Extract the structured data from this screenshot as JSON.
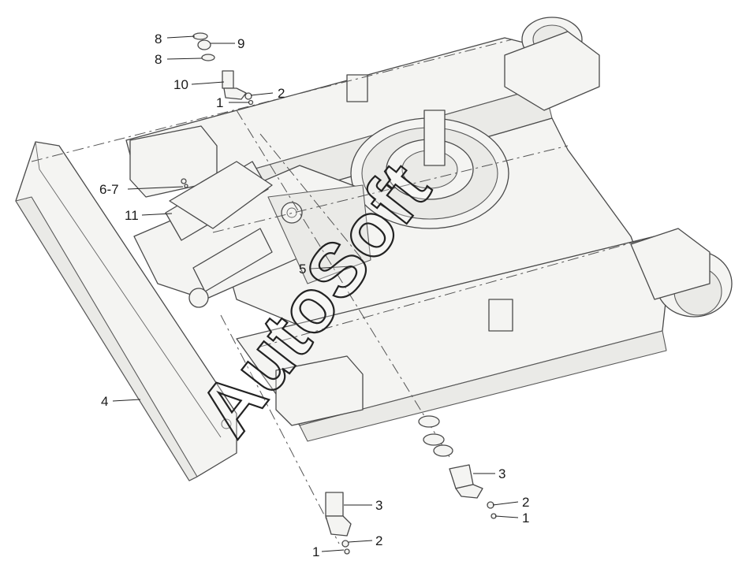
{
  "watermark": {
    "text": "AutoSoft"
  },
  "callouts": [
    {
      "id": "c8a",
      "text": "8"
    },
    {
      "id": "c9",
      "text": "9"
    },
    {
      "id": "c8b",
      "text": "8"
    },
    {
      "id": "c10",
      "text": "10"
    },
    {
      "id": "c2a",
      "text": "2"
    },
    {
      "id": "c1a",
      "text": "1"
    },
    {
      "id": "c67",
      "text": "6-7"
    },
    {
      "id": "c11",
      "text": "11"
    },
    {
      "id": "c5",
      "text": "5"
    },
    {
      "id": "c4",
      "text": "4"
    },
    {
      "id": "c3a",
      "text": "3"
    },
    {
      "id": "c2b",
      "text": "2"
    },
    {
      "id": "c1b",
      "text": "1"
    },
    {
      "id": "c3b",
      "text": "3"
    },
    {
      "id": "c2c",
      "text": "2"
    },
    {
      "id": "c1c",
      "text": "1"
    }
  ]
}
